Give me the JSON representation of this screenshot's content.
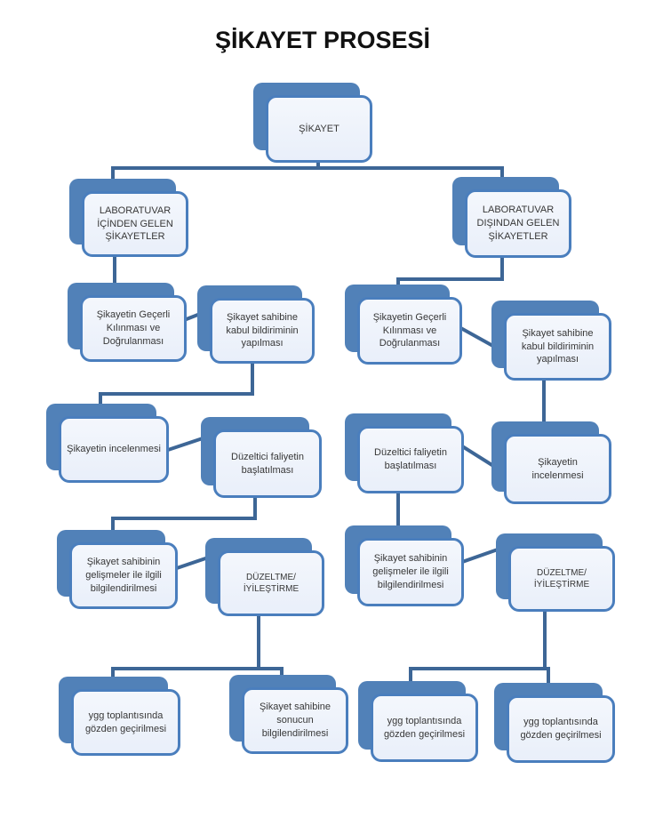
{
  "title": "ŞİKAYET PROSESİ",
  "colors": {
    "box_shadow": "#5181b8",
    "box_border": "#4a7ebd",
    "box_fill": "#edf2fa",
    "connector": "#3d6696",
    "title_text": "#111111",
    "node_text": "#373737"
  },
  "nodes": {
    "sikayet": {
      "label": "ŞİKAYET"
    },
    "lab_icinden": {
      "label": "LABORATUVAR İÇİNDEN GELEN ŞİKAYETLER"
    },
    "lab_disindan": {
      "label": "LABORATUVAR DIŞINDAN GELEN ŞİKAYETLER"
    },
    "l_gecerli": {
      "label": "Şikayetin Geçerli Kılınması ve Doğrulanması"
    },
    "l_kabul": {
      "label": "Şikayet sahibine kabul bildiriminin yapılması"
    },
    "r_gecerli": {
      "label": "Şikayetin Geçerli Kılınması ve Doğrulanması"
    },
    "r_kabul": {
      "label": "Şikayet sahibine kabul bildiriminin yapılması"
    },
    "l_incelenme": {
      "label": "Şikayetin incelenmesi"
    },
    "l_duzeltici": {
      "label": "Düzeltici faliyetin başlatılması"
    },
    "r_duzeltici": {
      "label": "Düzeltici faliyetin başlatılması"
    },
    "r_incelenme": {
      "label": "Şikayetin incelenmesi"
    },
    "l_gelismeler": {
      "label": "Şikayet sahibinin gelişmeler ile ilgili bilgilendirilmesi"
    },
    "l_duzeltme": {
      "label": "DÜZELTME/İYİLEŞTİRME"
    },
    "r_gelismeler": {
      "label": "Şikayet sahibinin gelişmeler ile ilgili bilgilendirilmesi"
    },
    "r_duzeltme": {
      "label": "DÜZELTME/İYİLEŞTİRME"
    },
    "l_ygg": {
      "label": "ygg toplantısında gözden geçirilmesi"
    },
    "l_sonuc": {
      "label": "Şikayet sahibine sonucun bilgilendirilmesi"
    },
    "r_ygg1": {
      "label": "ygg toplantısında gözden geçirilmesi"
    },
    "r_ygg2": {
      "label": "ygg toplantısında gözden geçirilmesi"
    }
  },
  "edges": [
    {
      "from": "sikayet",
      "to": "lab_icinden"
    },
    {
      "from": "sikayet",
      "to": "lab_disindan"
    },
    {
      "from": "lab_icinden",
      "to": "l_gecerli"
    },
    {
      "from": "l_gecerli",
      "to": "l_kabul"
    },
    {
      "from": "l_kabul",
      "to": "l_incelenme"
    },
    {
      "from": "l_incelenme",
      "to": "l_duzeltici"
    },
    {
      "from": "l_duzeltici",
      "to": "l_gelismeler"
    },
    {
      "from": "l_gelismeler",
      "to": "l_duzeltme"
    },
    {
      "from": "l_duzeltme",
      "to": "l_ygg"
    },
    {
      "from": "l_duzeltme",
      "to": "l_sonuc"
    },
    {
      "from": "lab_disindan",
      "to": "r_gecerli"
    },
    {
      "from": "r_gecerli",
      "to": "r_kabul"
    },
    {
      "from": "r_kabul",
      "to": "r_incelenme"
    },
    {
      "from": "r_duzeltici",
      "to": "r_incelenme"
    },
    {
      "from": "r_duzeltici",
      "to": "r_gelismeler"
    },
    {
      "from": "r_gelismeler",
      "to": "r_duzeltme"
    },
    {
      "from": "r_duzeltme",
      "to": "r_ygg1"
    },
    {
      "from": "r_duzeltme",
      "to": "r_ygg2"
    }
  ]
}
